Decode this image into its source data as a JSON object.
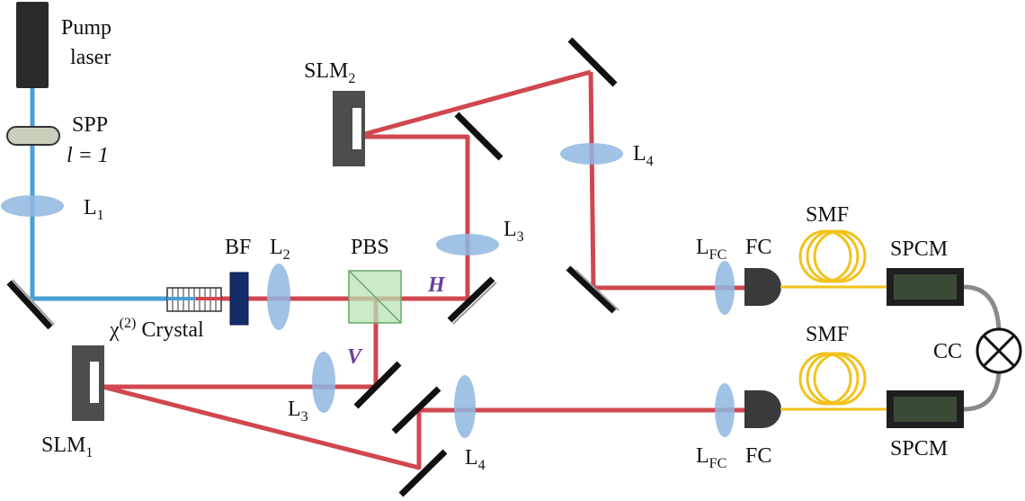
{
  "colors": {
    "pump_beam": "#4a9fd4",
    "signal_beam": "#d0474f",
    "fiber": "#f2c21b",
    "lens": "#8fb7e0",
    "pbs": "#b9e3b3",
    "mirror": "#111111",
    "slm_body": "#4d4d4d",
    "spcm_screen": "#3b4a36",
    "polarization_label": "#6a3d9a",
    "cable": "#8a8a8a"
  },
  "labels": {
    "pump_laser_line1": "Pump",
    "pump_laser_line2": "laser",
    "spp": "SPP",
    "spp_order": "l = 1",
    "l1": "L",
    "l1_sub": "1",
    "bf": "BF",
    "l2": "L",
    "l2_sub": "2",
    "crystal_chi": "χ",
    "crystal_chi_sup": "(2)",
    "crystal_word": "Crystal",
    "pbs": "PBS",
    "pol_h": "H",
    "pol_v": "V",
    "slm2": "SLM",
    "slm2_sub": "2",
    "slm1": "SLM",
    "slm1_sub": "1",
    "l3_top": "L",
    "l3_top_sub": "3",
    "l3_bottom": "L",
    "l3_bottom_sub": "3",
    "l4_top": "L",
    "l4_top_sub": "4",
    "l4_bottom": "L",
    "l4_bottom_sub": "4",
    "lfc_top": "L",
    "lfc_top_sub": "FC",
    "lfc_bottom": "L",
    "lfc_bottom_sub": "FC",
    "fc_top": "FC",
    "fc_bottom": "FC",
    "smf_top": "SMF",
    "smf_bottom": "SMF",
    "spcm_top": "SPCM",
    "spcm_bottom": "SPCM",
    "cc": "CC"
  }
}
